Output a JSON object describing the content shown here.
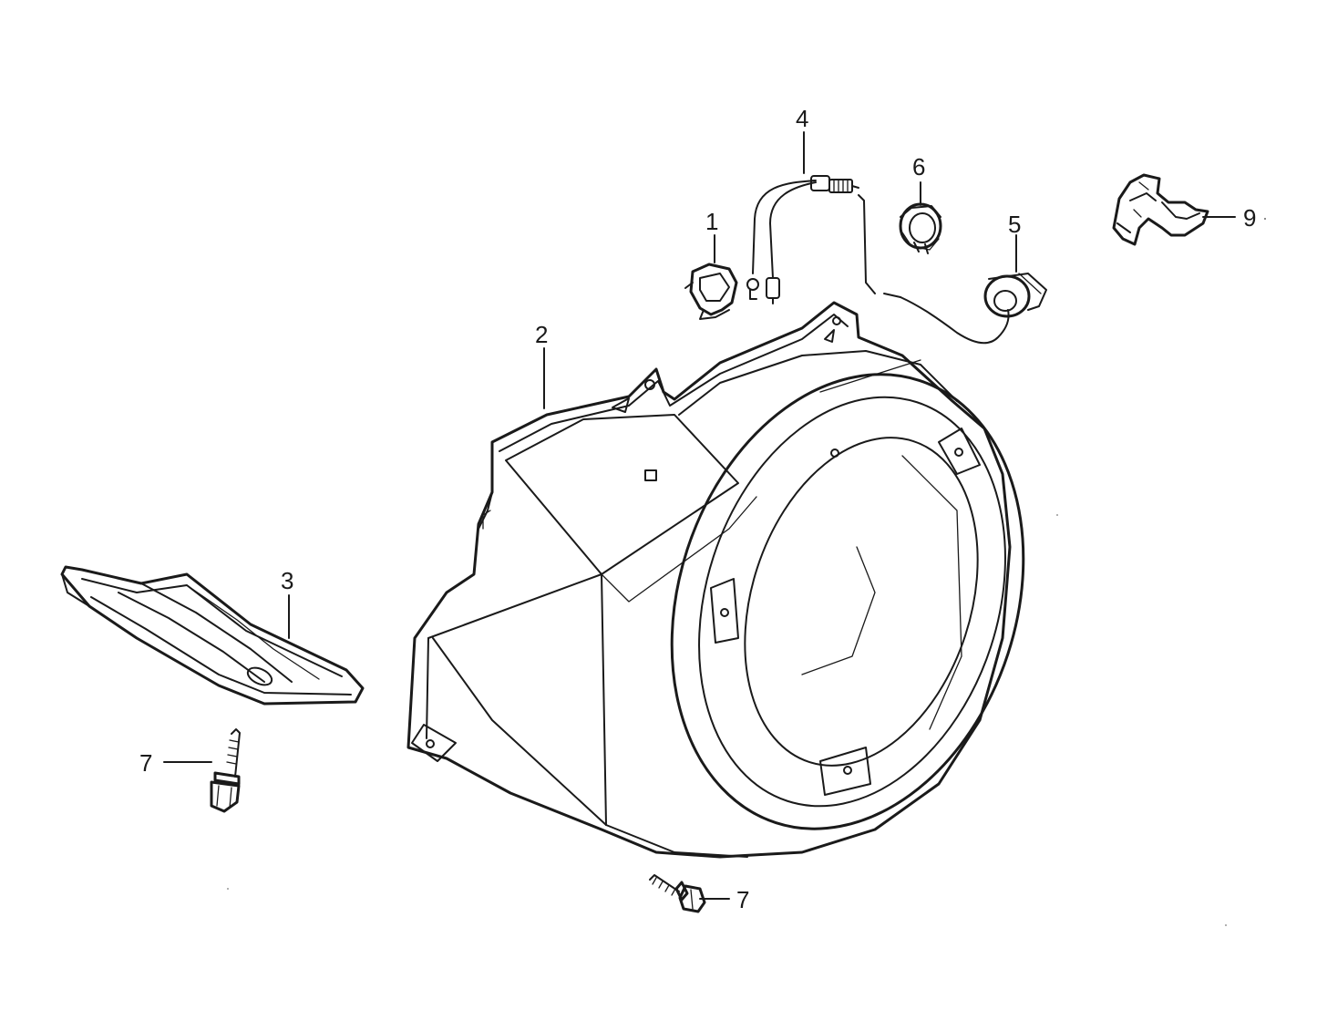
{
  "diagram": {
    "callouts": [
      {
        "id": "part-1",
        "label": "1"
      },
      {
        "id": "part-2",
        "label": "2"
      },
      {
        "id": "part-3",
        "label": "3"
      },
      {
        "id": "part-4",
        "label": "4"
      },
      {
        "id": "part-5",
        "label": "5"
      },
      {
        "id": "part-6",
        "label": "6"
      },
      {
        "id": "part-7a",
        "label": "7"
      },
      {
        "id": "part-7b",
        "label": "7"
      },
      {
        "id": "part-9",
        "label": "9"
      }
    ]
  }
}
